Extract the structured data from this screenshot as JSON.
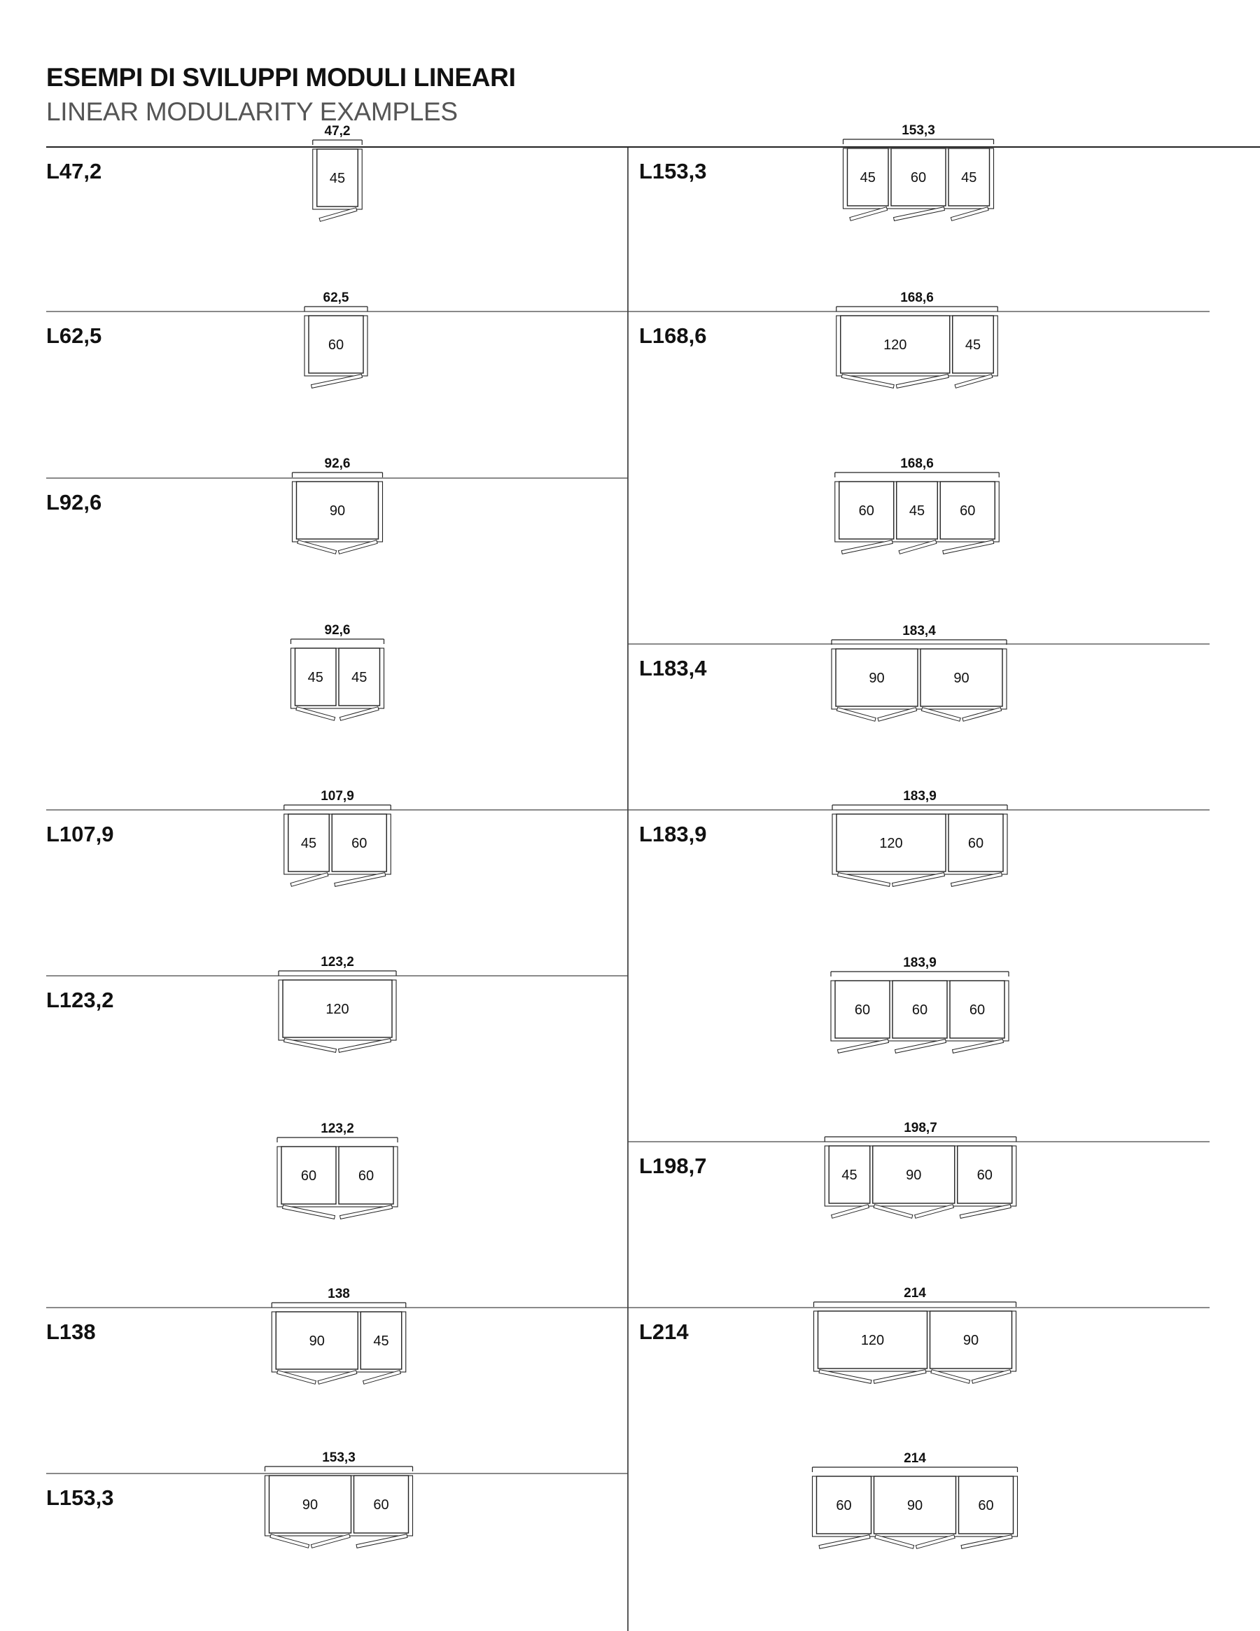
{
  "title": "ESEMPI DI SVILUPPI MODULI LINEARI",
  "subtitle": "LINEAR MODULARITY EXAMPLES",
  "sections": [
    {
      "label": "L47,2",
      "examples": [
        {
          "total": "47,2",
          "modules": [
            {
              "label": "45",
              "size": 45,
              "door": "single"
            }
          ]
        }
      ]
    },
    {
      "label": "L62,5",
      "examples": [
        {
          "total": "62,5",
          "modules": [
            {
              "label": "60",
              "size": 60,
              "door": "single"
            }
          ]
        }
      ]
    },
    {
      "label": "L92,6",
      "examples": [
        {
          "total": "92,6",
          "modules": [
            {
              "label": "90",
              "size": 90,
              "door": "double"
            }
          ]
        },
        {
          "total": "92,6",
          "modules": [
            {
              "label": "45",
              "size": 45,
              "door": "pairL"
            },
            {
              "label": "45",
              "size": 45,
              "door": "pairR"
            }
          ]
        }
      ]
    },
    {
      "label": "L107,9",
      "examples": [
        {
          "total": "107,9",
          "modules": [
            {
              "label": "45",
              "size": 45,
              "door": "single"
            },
            {
              "label": "60",
              "size": 60,
              "door": "single"
            }
          ]
        }
      ]
    },
    {
      "label": "L123,2",
      "examples": [
        {
          "total": "123,2",
          "modules": [
            {
              "label": "120",
              "size": 120,
              "door": "double"
            }
          ]
        },
        {
          "total": "123,2",
          "modules": [
            {
              "label": "60",
              "size": 60,
              "door": "pairL"
            },
            {
              "label": "60",
              "size": 60,
              "door": "pairR"
            }
          ]
        }
      ]
    },
    {
      "label": "L138",
      "examples": [
        {
          "total": "138",
          "modules": [
            {
              "label": "90",
              "size": 90,
              "door": "double"
            },
            {
              "label": "45",
              "size": 45,
              "door": "single"
            }
          ]
        }
      ]
    },
    {
      "label": "L153,3",
      "examples": [
        {
          "total": "153,3",
          "modules": [
            {
              "label": "90",
              "size": 90,
              "door": "double"
            },
            {
              "label": "60",
              "size": 60,
              "door": "single"
            }
          ]
        }
      ]
    },
    {
      "label": "L153,3",
      "examples": [
        {
          "total": "153,3",
          "modules": [
            {
              "label": "45",
              "size": 45,
              "door": "single"
            },
            {
              "label": "60",
              "size": 60,
              "door": "single"
            },
            {
              "label": "45",
              "size": 45,
              "door": "single"
            }
          ]
        }
      ]
    },
    {
      "label": "L168,6",
      "examples": [
        {
          "total": "168,6",
          "modules": [
            {
              "label": "120",
              "size": 120,
              "door": "double"
            },
            {
              "label": "45",
              "size": 45,
              "door": "single"
            }
          ]
        },
        {
          "total": "168,6",
          "modules": [
            {
              "label": "60",
              "size": 60,
              "door": "single"
            },
            {
              "label": "45",
              "size": 45,
              "door": "single"
            },
            {
              "label": "60",
              "size": 60,
              "door": "single"
            }
          ]
        }
      ]
    },
    {
      "label": "L183,4",
      "examples": [
        {
          "total": "183,4",
          "modules": [
            {
              "label": "90",
              "size": 90,
              "door": "double"
            },
            {
              "label": "90",
              "size": 90,
              "door": "double"
            }
          ]
        }
      ]
    },
    {
      "label": "L183,9",
      "examples": [
        {
          "total": "183,9",
          "modules": [
            {
              "label": "120",
              "size": 120,
              "door": "double"
            },
            {
              "label": "60",
              "size": 60,
              "door": "single"
            }
          ]
        },
        {
          "total": "183,9",
          "modules": [
            {
              "label": "60",
              "size": 60,
              "door": "single"
            },
            {
              "label": "60",
              "size": 60,
              "door": "single"
            },
            {
              "label": "60",
              "size": 60,
              "door": "single"
            }
          ]
        }
      ]
    },
    {
      "label": "L198,7",
      "examples": [
        {
          "total": "198,7",
          "modules": [
            {
              "label": "45",
              "size": 45,
              "door": "single"
            },
            {
              "label": "90",
              "size": 90,
              "door": "double"
            },
            {
              "label": "60",
              "size": 60,
              "door": "single"
            }
          ]
        }
      ]
    },
    {
      "label": "L214",
      "examples": [
        {
          "total": "214",
          "modules": [
            {
              "label": "120",
              "size": 120,
              "door": "double"
            },
            {
              "label": "90",
              "size": 90,
              "door": "double"
            }
          ]
        },
        {
          "total": "214",
          "modules": [
            {
              "label": "60",
              "size": 60,
              "door": "single"
            },
            {
              "label": "90",
              "size": 90,
              "door": "double"
            },
            {
              "label": "60",
              "size": 60,
              "door": "single"
            }
          ]
        }
      ]
    }
  ]
}
